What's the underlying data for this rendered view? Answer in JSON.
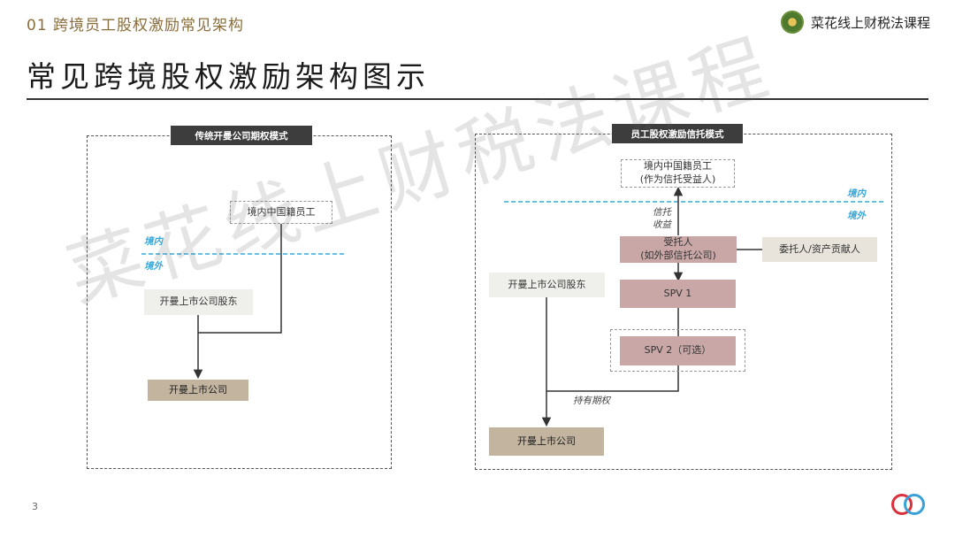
{
  "header": {
    "section_label": "01 跨境员工股权激励常见架构",
    "brand_name": "菜花线上财税法课程"
  },
  "title": "常见跨境股权激励架构图示",
  "left_panel": {
    "tag": "传统开曼公司期权模式",
    "domestic_employee": "境内中国籍员工",
    "zone_inside": "境内",
    "zone_outside": "境外",
    "shareholder": "开曼上市公司股东",
    "company": "开曼上市公司"
  },
  "right_panel": {
    "tag": "员工股权激励信托模式",
    "domestic_employee": "境内中国籍员工\n(作为信托受益人)",
    "zone_inside": "境内",
    "zone_outside": "境外",
    "trust_benefit": "信托\n收益",
    "trustee": "受托人\n(如外部信托公司)",
    "settlor": "委托人/资产贡献人",
    "shareholder": "开曼上市公司股东",
    "spv1": "SPV 1",
    "spv2": "SPV 2（可选）",
    "hold_options": "持有期权",
    "company": "开曼上市公司"
  },
  "watermark": "菜花线上财税法课程",
  "page_number": "3",
  "colors": {
    "accent_gold": "#8a6d3b",
    "zone_blue": "#3aa8d8",
    "box_rose": "#c9a7a7",
    "box_tan": "#c2b49f",
    "logo_red": "#d9323c",
    "logo_blue": "#3aa0d8"
  }
}
